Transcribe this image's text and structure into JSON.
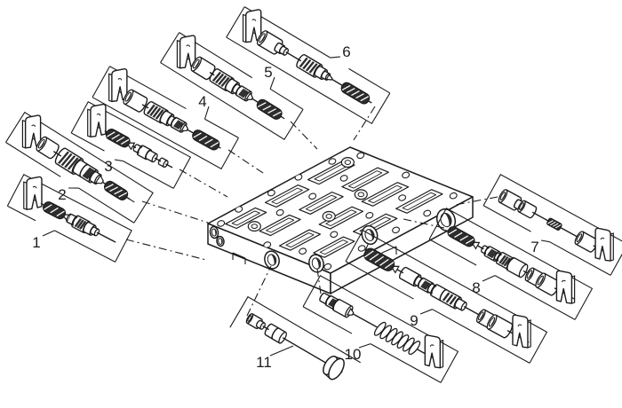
{
  "diagram": {
    "type": "exploded-parts-diagram",
    "subject": "automatic transmission valve body with valve train assemblies",
    "style": {
      "background_color": "#ffffff",
      "line_color": "#1c1c1c",
      "fill_color": "#ffffff",
      "dark_fill": "#2d2d2d"
    },
    "center_component": {
      "name": "valve-body-casting"
    },
    "callouts": [
      {
        "number": "1",
        "parts": [
          "retainer-clip",
          "valve-spring",
          "spool-valve"
        ]
      },
      {
        "number": "2",
        "parts": [
          "retainer-clip",
          "bore-plug",
          "spool-valve",
          "valve-spring"
        ]
      },
      {
        "number": "3",
        "parts": [
          "retainer-clip",
          "valve-spring",
          "spool-valve"
        ]
      },
      {
        "number": "4",
        "parts": [
          "retainer-clip",
          "bore-plug",
          "spool-valve",
          "valve-spring"
        ]
      },
      {
        "number": "5",
        "parts": [
          "retainer-clip",
          "bore-plug",
          "spool-valve",
          "valve-spring"
        ]
      },
      {
        "number": "6",
        "parts": [
          "retainer-clip",
          "bore-plug",
          "spool-valve",
          "valve-spring"
        ]
      },
      {
        "number": "7",
        "parts": [
          "spool-valve",
          "adjuster",
          "bore-plug",
          "retainer-clip"
        ]
      },
      {
        "number": "8",
        "parts": [
          "valve-spring",
          "spool-valve",
          "bore-plug",
          "retainer-clip"
        ]
      },
      {
        "number": "9",
        "parts": [
          "valve-spring",
          "spool-valve",
          "bore-plug",
          "retainer-clip"
        ]
      },
      {
        "number": "10",
        "parts": [
          "spool-valve",
          "valve-spring",
          "retainer-clip"
        ]
      },
      {
        "number": "11",
        "parts": [
          "spool-valve",
          "bore-plug"
        ]
      }
    ]
  }
}
